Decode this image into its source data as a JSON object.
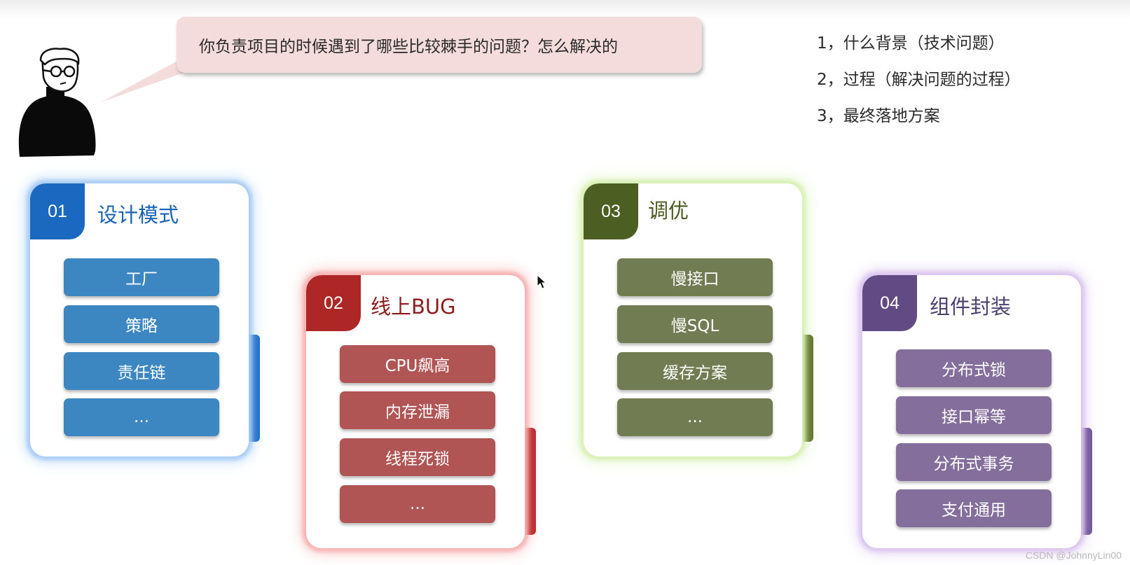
{
  "bubble": {
    "text": "你负责项目的时候遇到了哪些比较棘手的问题？怎么解决的"
  },
  "notes": [
    "1，什么背景（技术问题）",
    "2，过程（解决问题的过程）",
    "3，最终落地方案"
  ],
  "cards": [
    {
      "number": "01",
      "title": "设计模式",
      "items": [
        "工厂",
        "策略",
        "责任链",
        "..."
      ],
      "color": "#1b68c0"
    },
    {
      "number": "02",
      "title": "线上BUG",
      "items": [
        "CPU飙高",
        "内存泄漏",
        "线程死锁",
        "..."
      ],
      "color": "#ae2727"
    },
    {
      "number": "03",
      "title": "调优",
      "items": [
        "慢接口",
        "慢SQL",
        "缓存方案",
        "..."
      ],
      "color": "#4c5f23"
    },
    {
      "number": "04",
      "title": "组件封装",
      "items": [
        "分布式锁",
        "接口幂等",
        "分布式事务",
        "支付通用"
      ],
      "color": "#624b84"
    }
  ],
  "watermark": "CSDN @JohnnyLin00"
}
